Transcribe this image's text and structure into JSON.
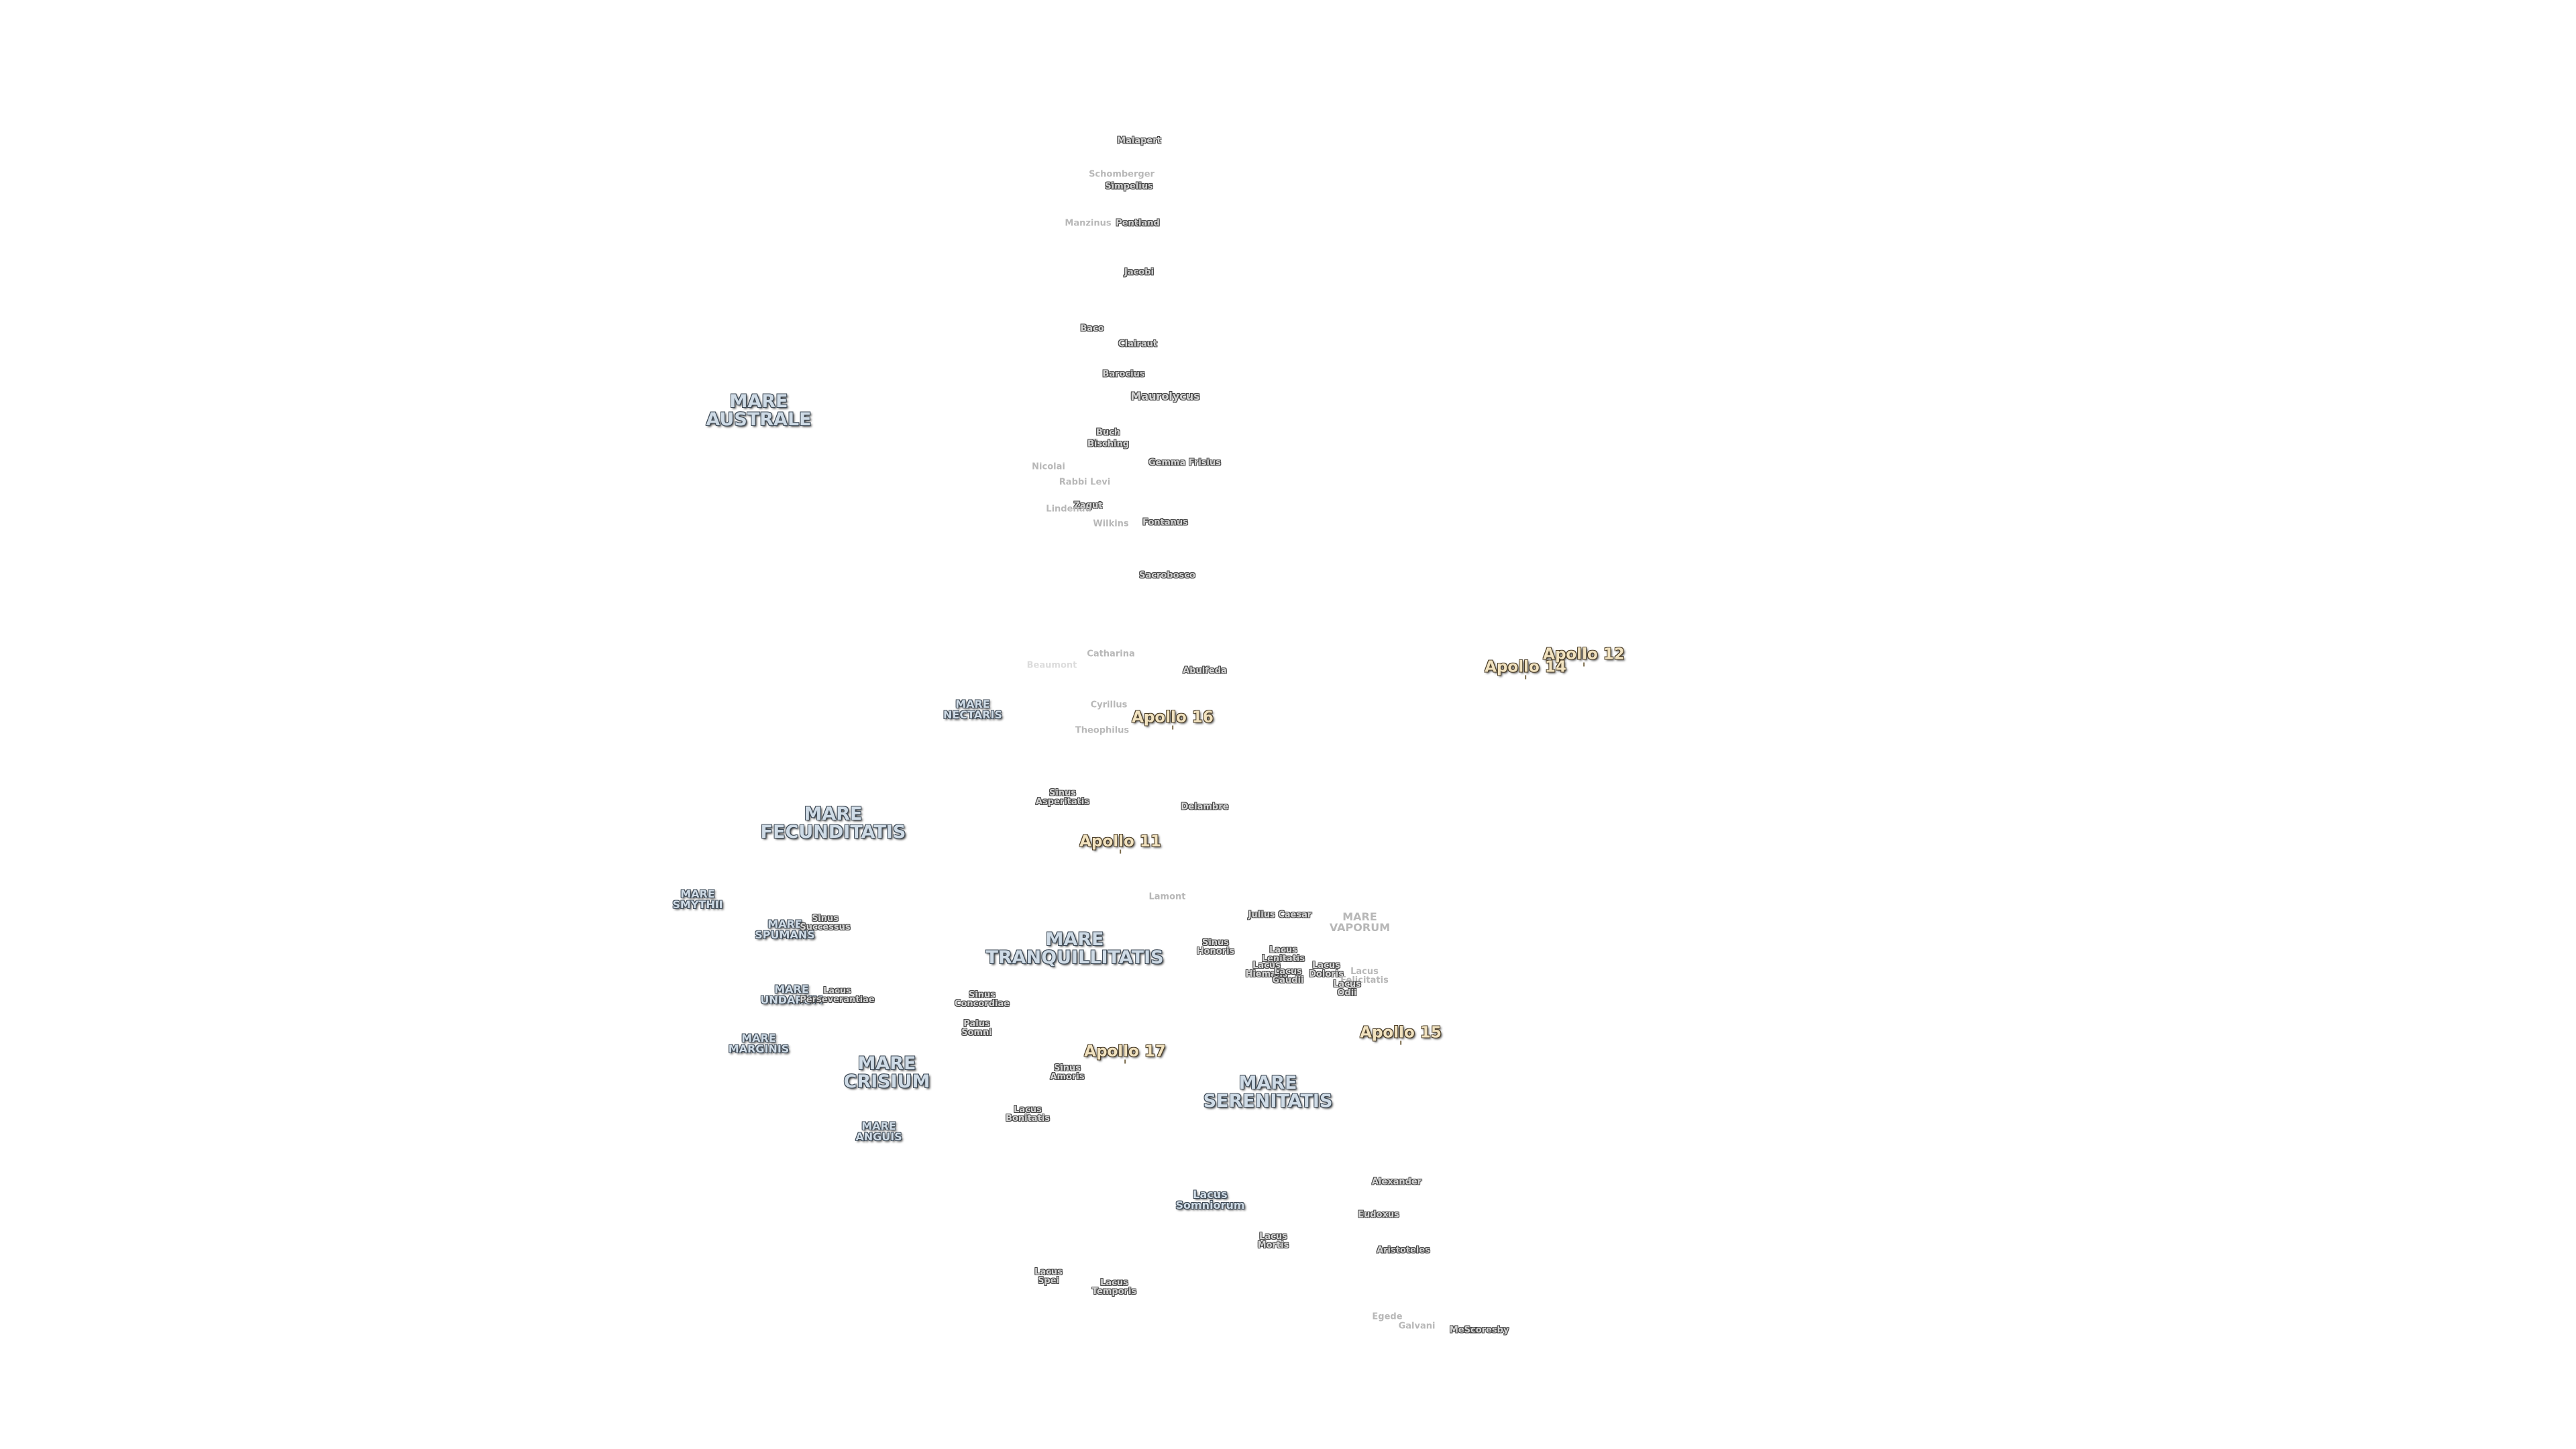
{
  "labels": [
    {
      "text": "Malapert",
      "kind": "crater"
    },
    {
      "text": "Schomberger",
      "kind": "crater faint"
    },
    {
      "text": "Simpelius",
      "kind": "crater"
    },
    {
      "text": "Manzinus",
      "kind": "crater faint"
    },
    {
      "text": "Pentland",
      "kind": "crater"
    },
    {
      "text": "Jacobi",
      "kind": "crater"
    },
    {
      "text": "Baco",
      "kind": "crater"
    },
    {
      "text": "Clairaut",
      "kind": "crater"
    },
    {
      "text": "Barocius",
      "kind": "crater"
    },
    {
      "text": "Maurolycus",
      "kind": "crater m"
    },
    {
      "text": "MARE\nAUSTRALE",
      "kind": "mare"
    },
    {
      "text": "Buch",
      "kind": "crater"
    },
    {
      "text": "Bĭsching",
      "kind": "crater"
    },
    {
      "text": "Gemma Frisius",
      "kind": "crater"
    },
    {
      "text": "Nicolai",
      "kind": "crater faint"
    },
    {
      "text": "Rabbi Levi",
      "kind": "crater faint"
    },
    {
      "text": "Zagut",
      "kind": "crater"
    },
    {
      "text": "Lindenau",
      "kind": "crater faint"
    },
    {
      "text": "Wilkins",
      "kind": "crater faint"
    },
    {
      "text": "Fontanus",
      "kind": "crater"
    },
    {
      "text": "Sacrobosco",
      "kind": "crater"
    },
    {
      "text": "Catharina",
      "kind": "crater faint"
    },
    {
      "text": "Beaumont",
      "kind": "crater fainter"
    },
    {
      "text": "Abulfeda",
      "kind": "crater"
    },
    {
      "text": "Apollo 12",
      "kind": "apollo"
    },
    {
      "text": "Apollo 14",
      "kind": "apollo"
    },
    {
      "text": "MARE\nNECTARIS",
      "kind": "mare s"
    },
    {
      "text": "Cyrillus",
      "kind": "crater faint"
    },
    {
      "text": "Apollo 16",
      "kind": "apollo"
    },
    {
      "text": "Theophilus",
      "kind": "crater faint"
    },
    {
      "text": "Sinus\nAsperitatis",
      "kind": "crater"
    },
    {
      "text": "Delambre",
      "kind": "crater"
    },
    {
      "text": "MARE\nFECUNDITATIS",
      "kind": "mare"
    },
    {
      "text": "Apollo 11",
      "kind": "apollo"
    },
    {
      "text": "MARE\nSMYTHII",
      "kind": "mare s"
    },
    {
      "text": "Lamont",
      "kind": "crater faint"
    },
    {
      "text": "Julius Caesar",
      "kind": "crater"
    },
    {
      "text": "MARE\nVAPORUM",
      "kind": "mare s faint"
    },
    {
      "text": "MARE\nSPUMANS",
      "kind": "mare s"
    },
    {
      "text": "Sinus\nSuccessus",
      "kind": "crater"
    },
    {
      "text": "MARE\nTRANQUILLITATIS",
      "kind": "mare"
    },
    {
      "text": "Sinus\nHonoris",
      "kind": "crater"
    },
    {
      "text": "Lacus\nLenitatis",
      "kind": "crater"
    },
    {
      "text": "Lacus\nHiemalis",
      "kind": "crater"
    },
    {
      "text": "Lacus\nGaudii",
      "kind": "crater"
    },
    {
      "text": "Lacus\nDoloris",
      "kind": "crater"
    },
    {
      "text": "Lacus\nFelicitatis",
      "kind": "crater faint"
    },
    {
      "text": "Lacus\nOdii",
      "kind": "crater"
    },
    {
      "text": "MARE\nUNDARUM",
      "kind": "mare s"
    },
    {
      "text": "Lacus\nPerseverantiae",
      "kind": "crater"
    },
    {
      "text": "Sinus\nConcordiae",
      "kind": "crater"
    },
    {
      "text": "Palus\nSomni",
      "kind": "crater"
    },
    {
      "text": "Apollo 15",
      "kind": "apollo"
    },
    {
      "text": "MARE\nMARGINIS",
      "kind": "mare s"
    },
    {
      "text": "MARE\nCRISIUM",
      "kind": "mare"
    },
    {
      "text": "Sinus\nAmoris",
      "kind": "crater"
    },
    {
      "text": "Apollo 17",
      "kind": "apollo"
    },
    {
      "text": "MARE\nSERENITATIS",
      "kind": "mare"
    },
    {
      "text": "Lacus\nBonitatis",
      "kind": "crater"
    },
    {
      "text": "MARE\nANGUIS",
      "kind": "mare s"
    },
    {
      "text": "Alexander",
      "kind": "crater"
    },
    {
      "text": "Lacus\nSomniorum",
      "kind": "mare s"
    },
    {
      "text": "Eudoxus",
      "kind": "crater"
    },
    {
      "text": "Lacus\nMortis",
      "kind": "crater"
    },
    {
      "text": "Aristoteles",
      "kind": "crater"
    },
    {
      "text": "Lacus\nSpei",
      "kind": "crater"
    },
    {
      "text": "Lacus\nTemporis",
      "kind": "crater"
    },
    {
      "text": "Egede",
      "kind": "crater faint"
    },
    {
      "text": "Galvani",
      "kind": "crater faint"
    },
    {
      "text": "Meton",
      "kind": "crater"
    },
    {
      "text": "Scoresby",
      "kind": "crater"
    }
  ]
}
